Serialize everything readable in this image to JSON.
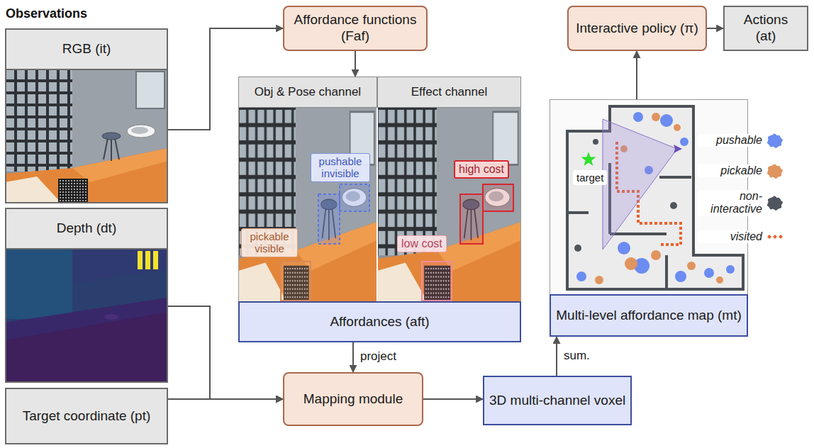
{
  "diagram": {
    "title": "Observations",
    "nodes": [
      {
        "text": [
          "RGB (it)"
        ]
      },
      {
        "text": [
          "Depth (dt)"
        ]
      },
      {
        "text": [
          "Target coordinate (pt)"
        ]
      },
      {
        "text": [
          "Affordance functions (Faf)"
        ]
      },
      {
        "text": [
          "Affordances (aft)"
        ]
      },
      {
        "text": [
          "Mapping module"
        ]
      },
      {
        "text": [
          "3D multi-channel voxel"
        ]
      },
      {
        "text": [
          "Multi-level affordance map (mt)"
        ]
      },
      {
        "text": [
          "Interactive policy (π)"
        ]
      },
      {
        "text": [
          "Actions (at)"
        ]
      }
    ],
    "edges": [
      {
        "from": 0,
        "to": 3,
        "arrow": "to"
      },
      {
        "from": 3,
        "to": 4,
        "arrow": "to"
      },
      {
        "from": 4,
        "to": 5,
        "label": "project",
        "arrow": "to"
      },
      {
        "from": 1,
        "to": 5,
        "arrow": "to"
      },
      {
        "from": 2,
        "to": 5,
        "arrow": "to"
      },
      {
        "from": 5,
        "to": 6,
        "arrow": "to"
      },
      {
        "from": 6,
        "to": 7,
        "label": "sum.",
        "arrow": "to"
      },
      {
        "from": 7,
        "to": 8,
        "arrow": "to"
      },
      {
        "from": 8,
        "to": 9,
        "arrow": "to"
      }
    ],
    "labels": [
      "Obj & Pose channel",
      "Effect channel",
      "pushable invisible",
      "pickable visible",
      "high cost",
      "low cost",
      "target"
    ],
    "legend": [
      {
        "text": "pushable",
        "color": "#6b8cf0"
      },
      {
        "text": "pickable",
        "color": "#e0945e"
      },
      {
        "text": "non-interactive",
        "color": "#4f555c"
      },
      {
        "text": "visited"
      }
    ]
  }
}
